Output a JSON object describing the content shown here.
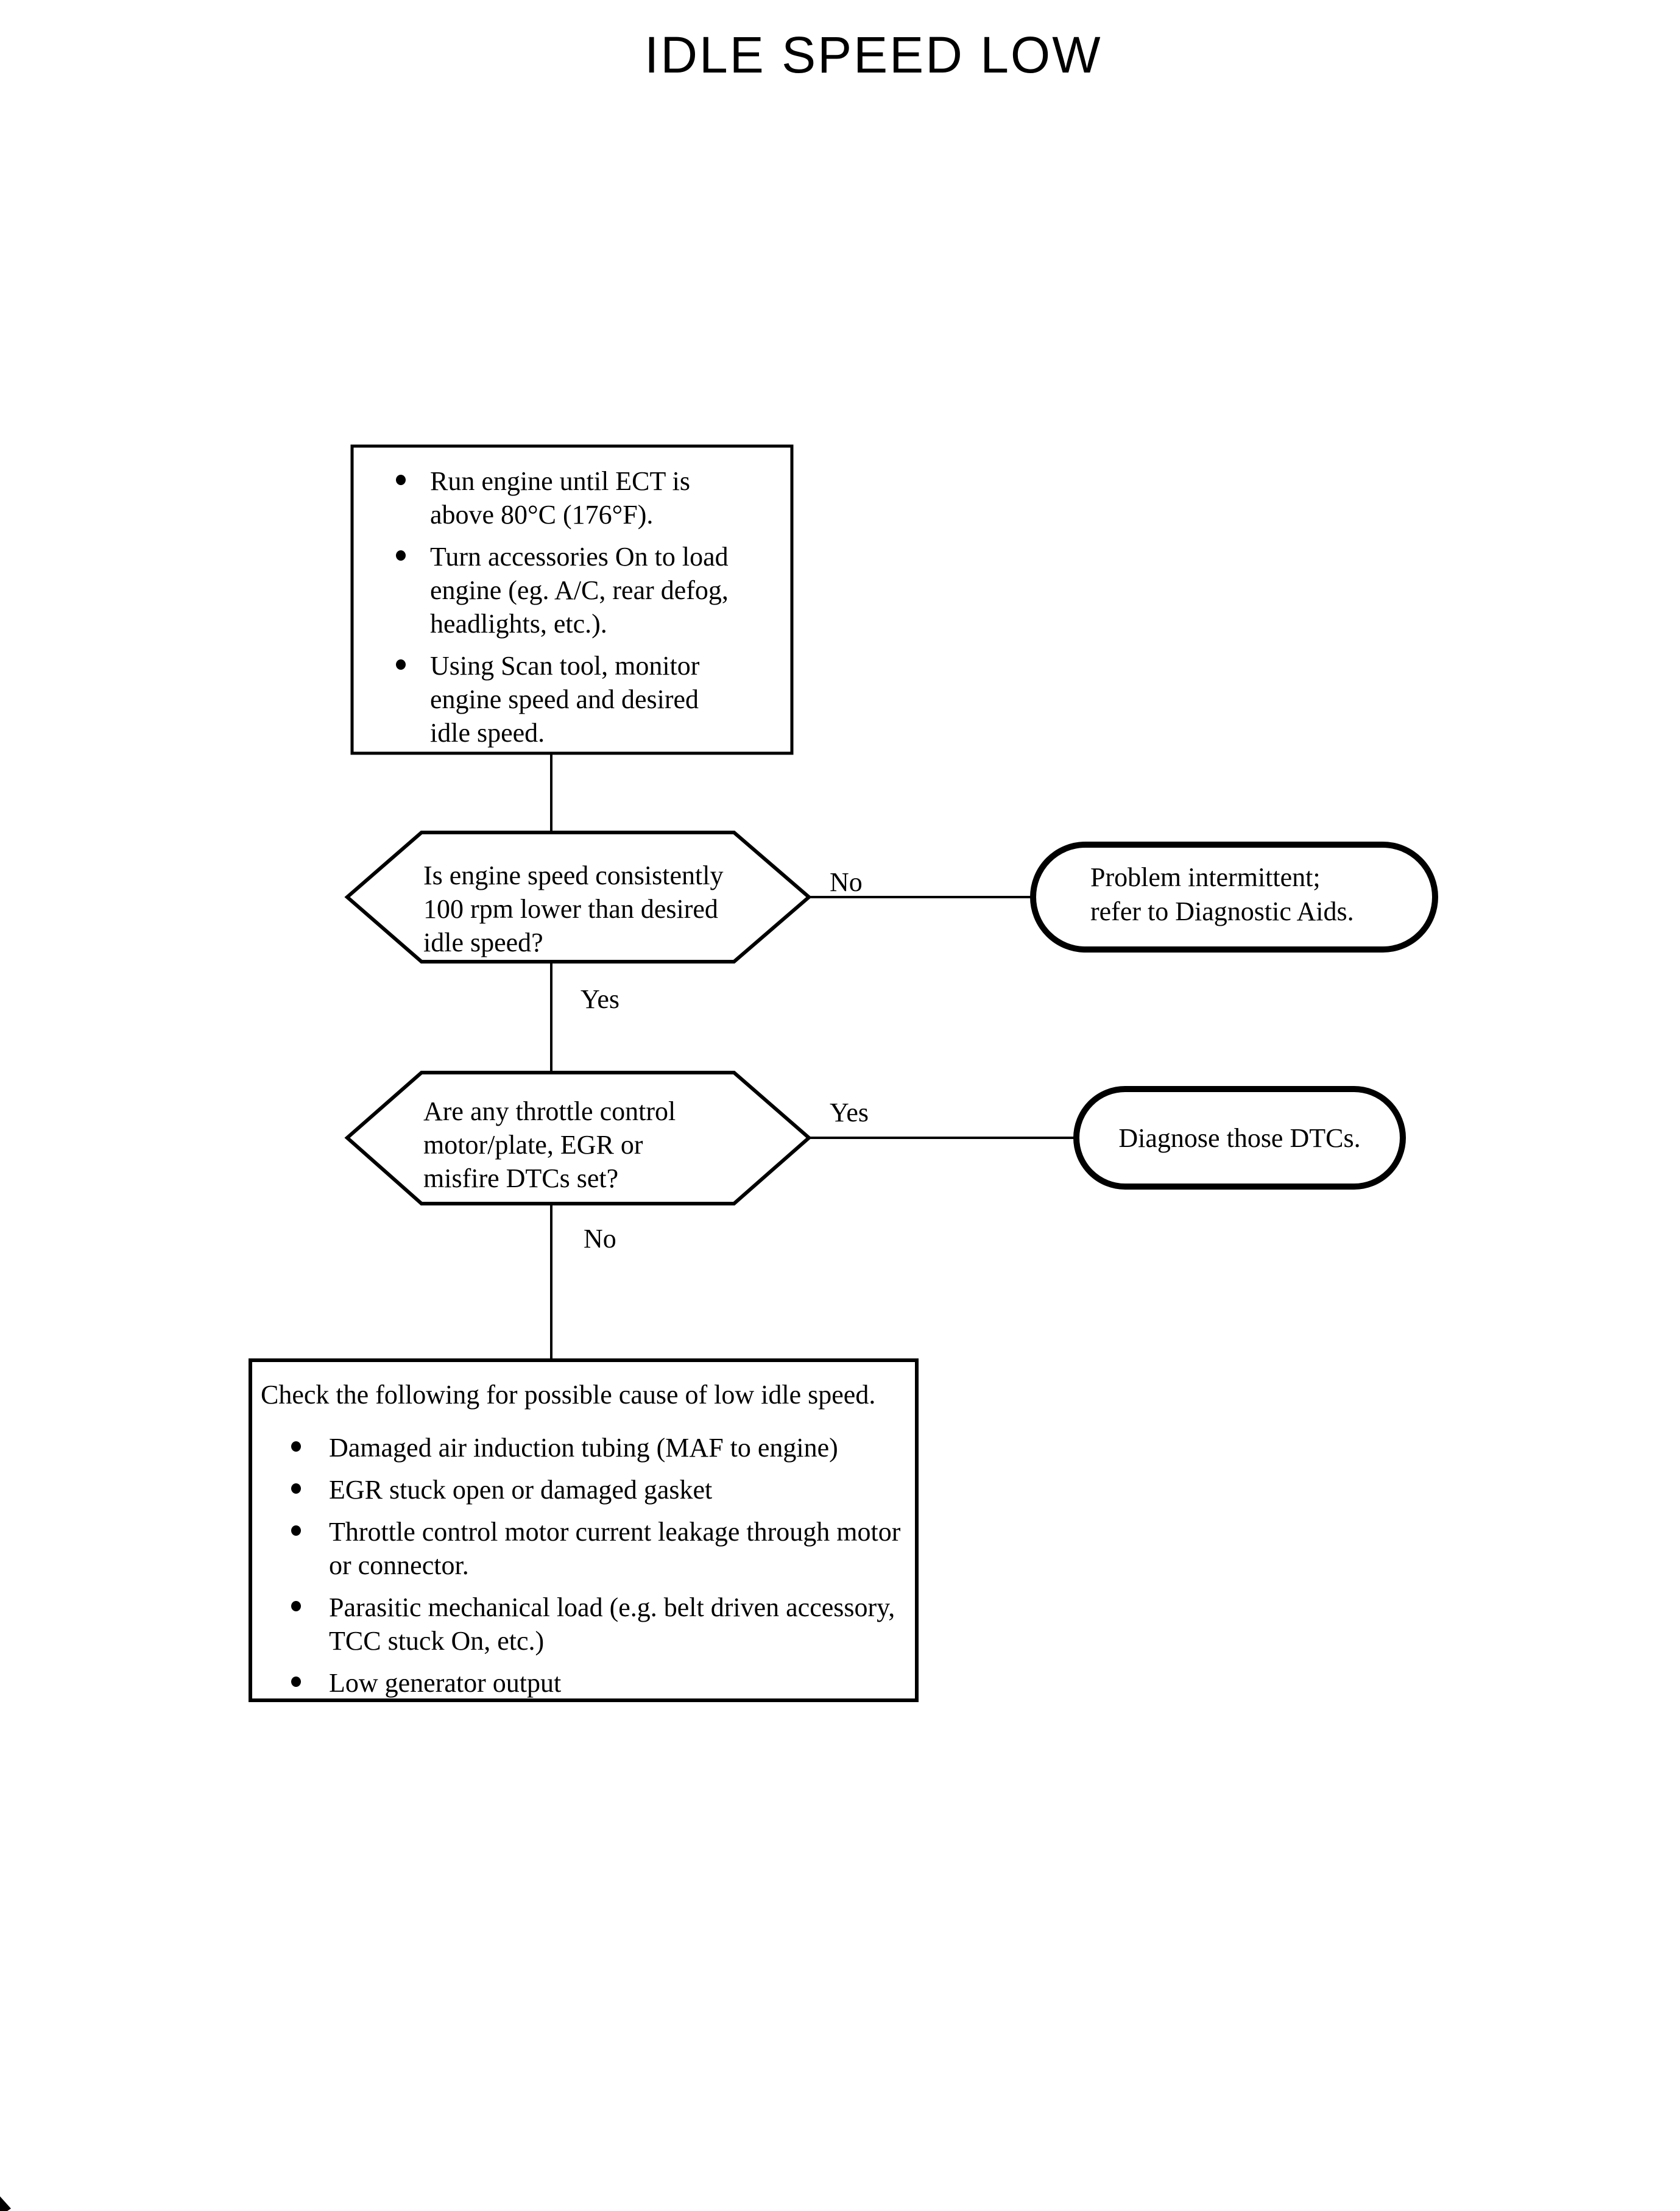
{
  "page": {
    "title": "IDLE SPEED LOW"
  },
  "colors": {
    "ink": "#000000",
    "paper": "#ffffff"
  },
  "flowchart": {
    "setup_box": {
      "bullets": [
        [
          "Run engine until ECT is",
          "above 80°C (176°F)."
        ],
        [
          "Turn accessories On to load",
          "engine (eg. A/C, rear defog,",
          "headlights, etc.)."
        ],
        [
          "Using Scan tool, monitor",
          "engine speed and desired",
          "idle speed."
        ]
      ]
    },
    "decision_engine_speed": {
      "question": [
        "Is engine speed consistently",
        "100 rpm lower than desired",
        "idle speed?"
      ],
      "no_label": "No",
      "yes_label": "Yes"
    },
    "terminal_intermittent": {
      "text": [
        "Problem intermittent;",
        "refer to Diagnostic Aids."
      ]
    },
    "decision_dtcs": {
      "question": [
        "Are any throttle control",
        "motor/plate, EGR or",
        "misfire DTCs set?"
      ],
      "yes_label": "Yes",
      "no_label": "No"
    },
    "terminal_diagnose": {
      "text": "Diagnose those DTCs."
    },
    "check_box": {
      "heading": "Check the following for possible cause of low idle speed.",
      "bullets": [
        [
          "Damaged air induction tubing (MAF to engine)"
        ],
        [
          "EGR stuck open or damaged gasket"
        ],
        [
          "Throttle control motor current leakage through motor",
          "or connector."
        ],
        [
          "Parasitic mechanical load (e.g. belt driven accessory,",
          "TCC stuck On, etc.)"
        ],
        [
          "Low generator output"
        ]
      ]
    }
  }
}
